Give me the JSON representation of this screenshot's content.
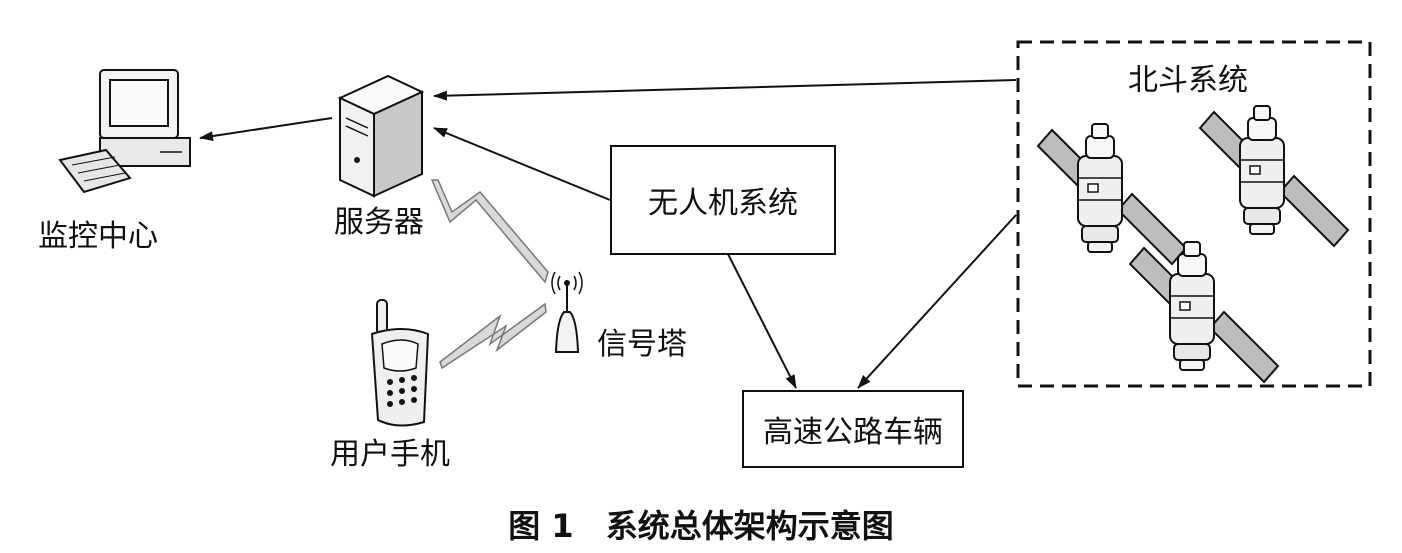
{
  "nodes": {
    "monitor_center": "监控中心",
    "server": "服务器",
    "signal_tower": "信号塔",
    "user_phone": "用户手机",
    "uav_system": "无人机系统",
    "highway_vehicle": "高速公路车辆",
    "beidou_system": "北斗系统"
  },
  "caption": "图 1　系统总体架构示意图",
  "colors": {
    "stroke": "#111111",
    "background": "#ffffff",
    "device_fill": "#f3f3f3",
    "shade": "#c8c8c8",
    "lightning": "#d9d9d9"
  }
}
